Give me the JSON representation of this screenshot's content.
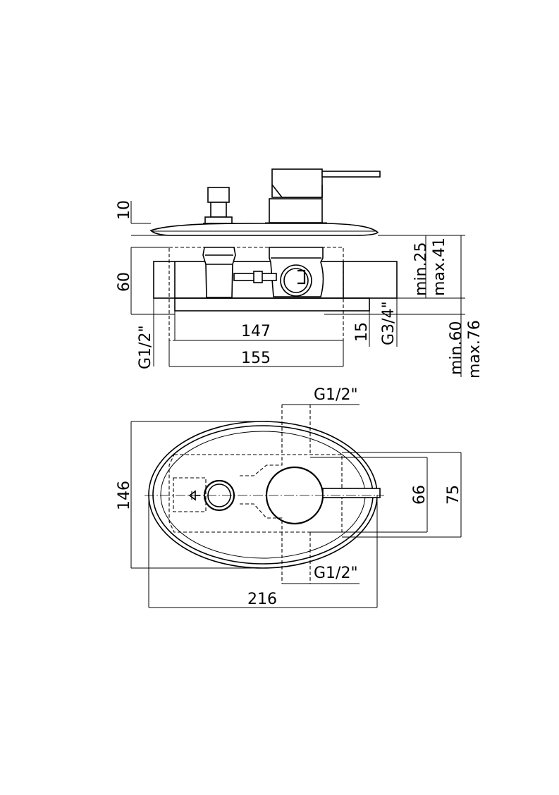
{
  "side_view": {
    "dim_plate_thickness": "10",
    "dim_body_height": "60",
    "dim_inner_width": "147",
    "dim_outer_width": "155",
    "dim_inlet_thread": "G1/2\"",
    "dim_outlet_offset": "15",
    "dim_outlet_thread": "G3/4\"",
    "dim_depth_min": "min.25",
    "dim_depth_max": "max.41",
    "dim_total_min": "min.60",
    "dim_total_max": "max.76"
  },
  "front_view": {
    "dim_top_connection": "G1/2\"",
    "dim_bottom_connection": "G1/2\"",
    "dim_height": "146",
    "dim_width": "216",
    "dim_inner_box": "66",
    "dim_outer_box": "75"
  }
}
